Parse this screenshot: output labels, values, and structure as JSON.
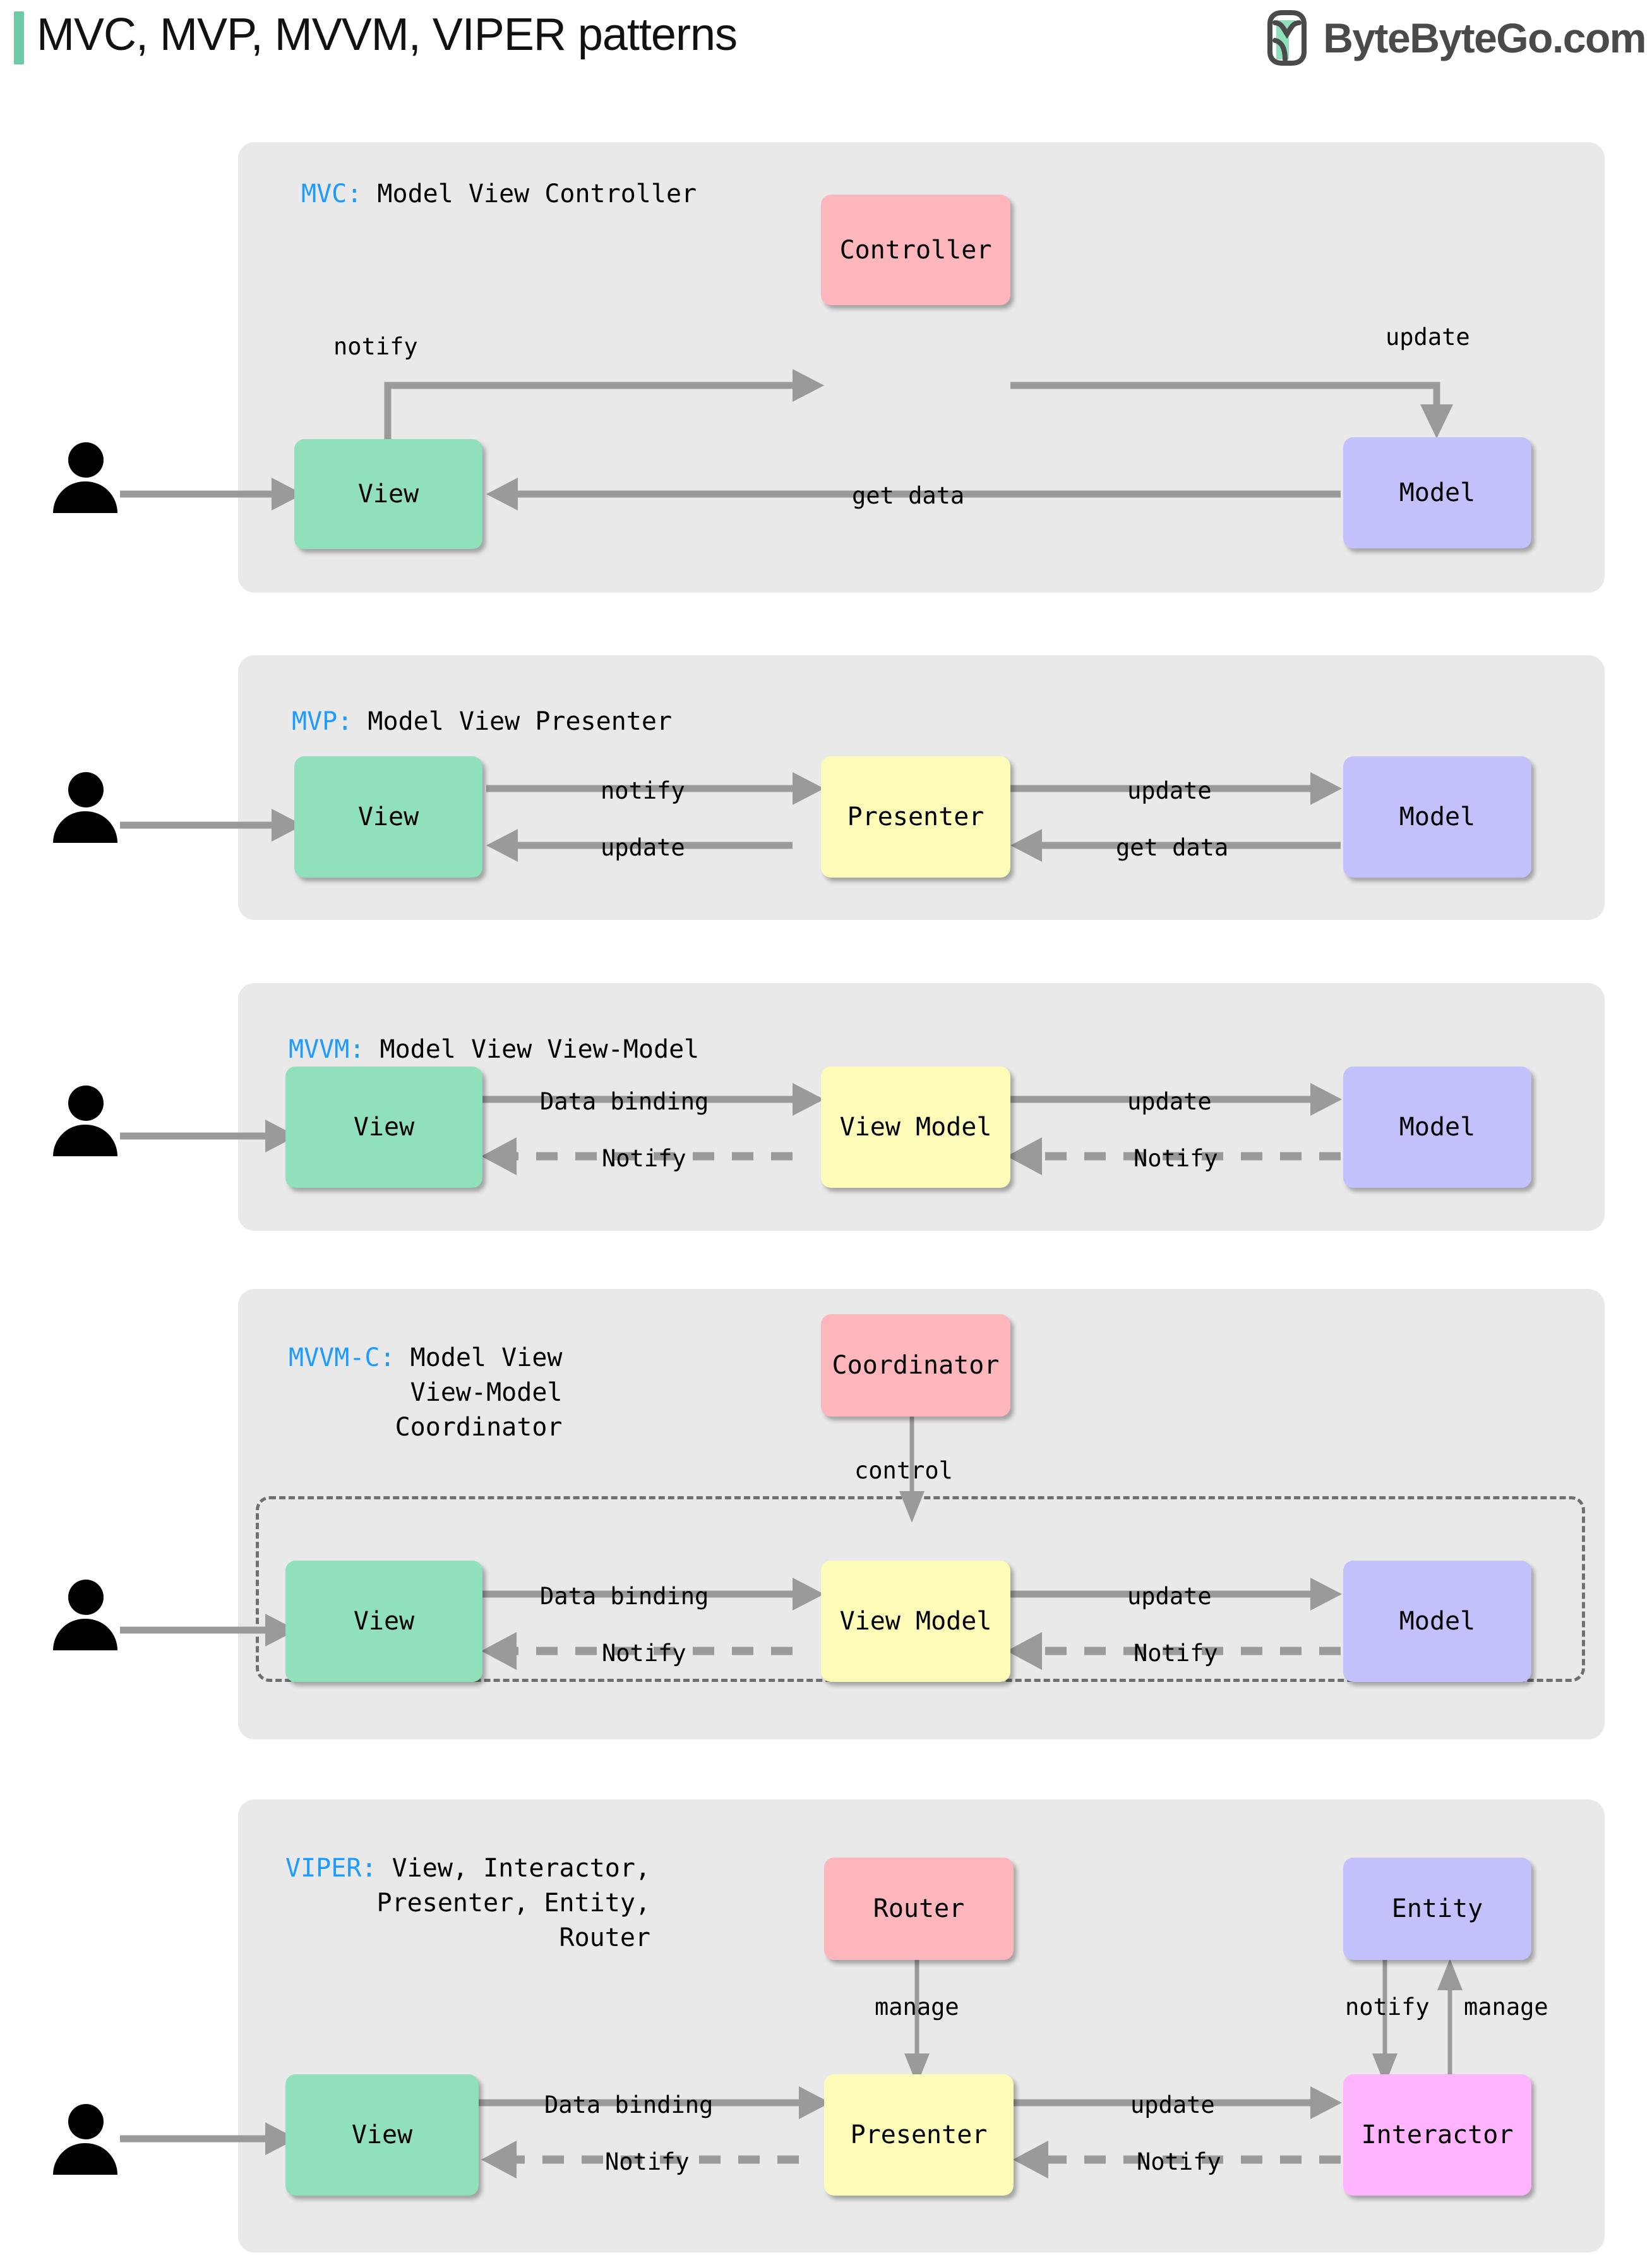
{
  "header": {
    "title": "MVC, MVP, MVVM, VIPER patterns",
    "brand_text": "ByteByteGo.com",
    "accent_color": "#6ec9a4",
    "brand_color": "#4a4a4a"
  },
  "colors": {
    "panel_bg": "#e9e9e9",
    "view": "#8fe0bb",
    "model": "#c3c1fb",
    "controller": "#fcb6bc",
    "presenter": "#fcfcb8",
    "interactor": "#ffb4fd",
    "arrow": "#9a9a9a",
    "abbr": "#1e9bff"
  },
  "sections": [
    {
      "id": "mvc",
      "abbr": "MVC:",
      "expansion": " Model View Controller",
      "nodes": [
        {
          "name": "view",
          "label": "View"
        },
        {
          "name": "controller",
          "label": "Controller"
        },
        {
          "name": "model",
          "label": "Model"
        }
      ],
      "edges": [
        {
          "from": "view",
          "to": "controller",
          "label": "notify",
          "style": "solid"
        },
        {
          "from": "controller",
          "to": "model",
          "label": "update",
          "style": "solid"
        },
        {
          "from": "model",
          "to": "view",
          "label": "get data",
          "style": "solid"
        }
      ]
    },
    {
      "id": "mvp",
      "abbr": "MVP:",
      "expansion": " Model View Presenter",
      "nodes": [
        {
          "name": "view",
          "label": "View"
        },
        {
          "name": "presenter",
          "label": "Presenter"
        },
        {
          "name": "model",
          "label": "Model"
        }
      ],
      "edges": [
        {
          "from": "view",
          "to": "presenter",
          "label": "notify",
          "style": "solid"
        },
        {
          "from": "presenter",
          "to": "model",
          "label": "update",
          "style": "solid"
        },
        {
          "from": "model",
          "to": "presenter",
          "label": "get data",
          "style": "solid"
        },
        {
          "from": "presenter",
          "to": "view",
          "label": "update",
          "style": "solid"
        }
      ]
    },
    {
      "id": "mvvm",
      "abbr": "MVVM:",
      "expansion": " Model View View-Model",
      "nodes": [
        {
          "name": "view",
          "label": "View"
        },
        {
          "name": "view-model",
          "label": "View Model"
        },
        {
          "name": "model",
          "label": "Model"
        }
      ],
      "edges": [
        {
          "from": "view",
          "to": "view-model",
          "label": "Data binding",
          "style": "solid"
        },
        {
          "from": "view-model",
          "to": "model",
          "label": "update",
          "style": "solid"
        },
        {
          "from": "model",
          "to": "view-model",
          "label": "Notify",
          "style": "dashed"
        },
        {
          "from": "view-model",
          "to": "view",
          "label": "Notify",
          "style": "dashed"
        }
      ]
    },
    {
      "id": "mvvmc",
      "abbr": "MVVM-C:",
      "expansion": " Model View\nView-Model\nCoordinator",
      "nodes": [
        {
          "name": "coordinator",
          "label": "Coordinator"
        },
        {
          "name": "view",
          "label": "View"
        },
        {
          "name": "view-model",
          "label": "View Model"
        },
        {
          "name": "model",
          "label": "Model"
        }
      ],
      "edges": [
        {
          "from": "coordinator",
          "to": "view-model",
          "label": "control",
          "style": "thin"
        },
        {
          "from": "view",
          "to": "view-model",
          "label": "Data binding",
          "style": "solid"
        },
        {
          "from": "view-model",
          "to": "model",
          "label": "update",
          "style": "solid"
        },
        {
          "from": "model",
          "to": "view-model",
          "label": "Notify",
          "style": "dashed"
        },
        {
          "from": "view-model",
          "to": "view",
          "label": "Notify",
          "style": "dashed"
        }
      ]
    },
    {
      "id": "viper",
      "abbr": "VIPER:",
      "expansion": " View, Interactor,\nPresenter, Entity,\nRouter",
      "nodes": [
        {
          "name": "router",
          "label": "Router"
        },
        {
          "name": "entity",
          "label": "Entity"
        },
        {
          "name": "view",
          "label": "View"
        },
        {
          "name": "presenter",
          "label": "Presenter"
        },
        {
          "name": "interactor",
          "label": "Interactor"
        }
      ],
      "edges": [
        {
          "from": "router",
          "to": "presenter",
          "label": "manage",
          "style": "thin"
        },
        {
          "from": "entity",
          "to": "interactor",
          "label": "notify",
          "style": "thin"
        },
        {
          "from": "interactor",
          "to": "entity",
          "label": "manage",
          "style": "thin"
        },
        {
          "from": "view",
          "to": "presenter",
          "label": "Data binding",
          "style": "solid"
        },
        {
          "from": "presenter",
          "to": "interactor",
          "label": "update",
          "style": "solid"
        },
        {
          "from": "interactor",
          "to": "presenter",
          "label": "Notify",
          "style": "dashed"
        },
        {
          "from": "presenter",
          "to": "view",
          "label": "Notify",
          "style": "dashed"
        }
      ]
    }
  ]
}
